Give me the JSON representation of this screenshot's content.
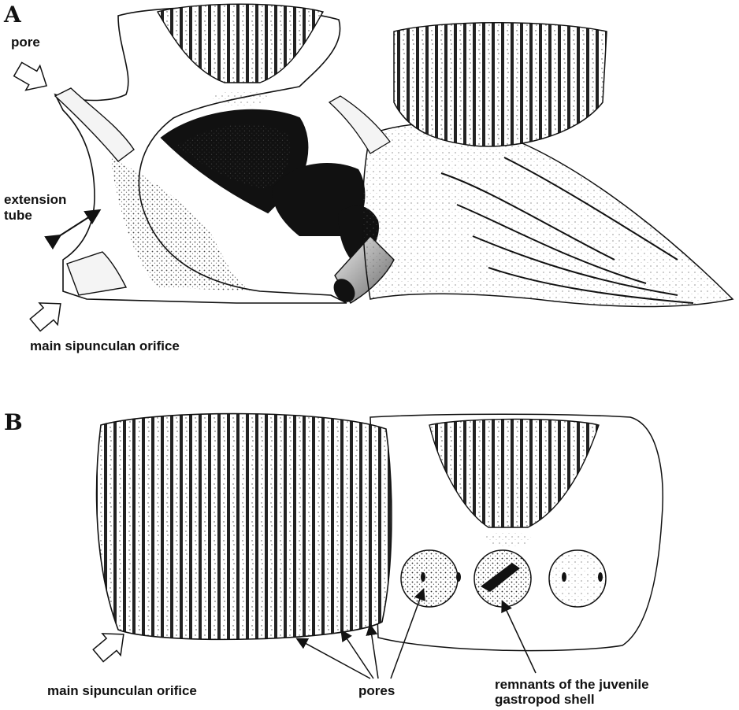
{
  "panel_a": {
    "letter": "A",
    "labels": {
      "pore": "pore",
      "extension_tube_line1": "extension",
      "extension_tube_line2": "tube",
      "main_orifice": "main sipunculan orifice"
    }
  },
  "panel_b": {
    "letter": "B",
    "labels": {
      "main_orifice": "main sipunculan orifice",
      "pores": "pores",
      "remnants_line1": "remnants of the juvenile",
      "remnants_line2": "gastropod shell"
    }
  }
}
